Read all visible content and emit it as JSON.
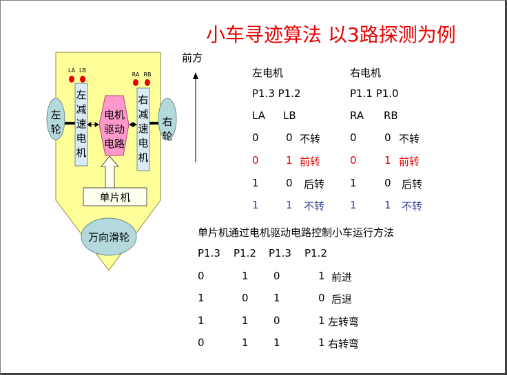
{
  "title": "小车寻迹算法  以3路探测为例",
  "diagram": {
    "forward_label": "前方",
    "left_wheel": [
      "左",
      "轮"
    ],
    "right_wheel": [
      "右",
      "轮"
    ],
    "left_motor": [
      "左",
      "减",
      "速",
      "电",
      "机"
    ],
    "right_motor": [
      "右",
      "减",
      "速",
      "电",
      "机"
    ],
    "driver": [
      "电机",
      "驱动",
      "电路"
    ],
    "mcu": "单片机",
    "caster": "万向滑轮",
    "sensor_LA": "LA",
    "sensor_LB": "LB",
    "sensor_RA": "RA",
    "sensor_RB": "RB",
    "colors": {
      "body": "#ffff99",
      "motor": "#d9ebf5",
      "driver": "#ff99cc",
      "wheel": "#b3d9dc",
      "sensor": "#e60000"
    }
  },
  "motor_table": {
    "left_header": "左电机",
    "right_header": "右电机",
    "left_ports": "P1.3  P1.2",
    "right_ports": "P1.1  P1.0",
    "left_cols": [
      "LA",
      "LB"
    ],
    "right_cols": [
      "RA",
      "RB"
    ],
    "rows": [
      {
        "l1": "0",
        "l2": "0",
        "lstate": "不转",
        "r1": "0",
        "r2": "0",
        "rstate": "不转",
        "color": "black"
      },
      {
        "l1": "0",
        "l2": "1",
        "lstate": "前转",
        "r1": "0",
        "r2": "1",
        "rstate": "前转",
        "color": "red"
      },
      {
        "l1": "1",
        "l2": "0",
        "lstate": "后转",
        "r1": "1",
        "r2": "0",
        "rstate": "后转",
        "color": "black"
      },
      {
        "l1": "1",
        "l2": "1",
        "lstate": "不转",
        "r1": "1",
        "r2": "1",
        "rstate": "不转",
        "color": "blue"
      }
    ]
  },
  "control_table": {
    "heading": "单片机通过电机驱动电路控制小车运行方法",
    "headers": [
      "P1.3",
      "P1.2",
      "P1.3",
      "P1.2"
    ],
    "rows": [
      {
        "v": [
          "0",
          "1",
          "0",
          "1"
        ],
        "action": "前进"
      },
      {
        "v": [
          "1",
          "0",
          "1",
          "0"
        ],
        "action": "后退"
      },
      {
        "v": [
          "1",
          "1",
          "0",
          "1"
        ],
        "action": "左转弯"
      },
      {
        "v": [
          "0",
          "1",
          "1",
          "1"
        ],
        "action": "右转弯"
      }
    ]
  }
}
